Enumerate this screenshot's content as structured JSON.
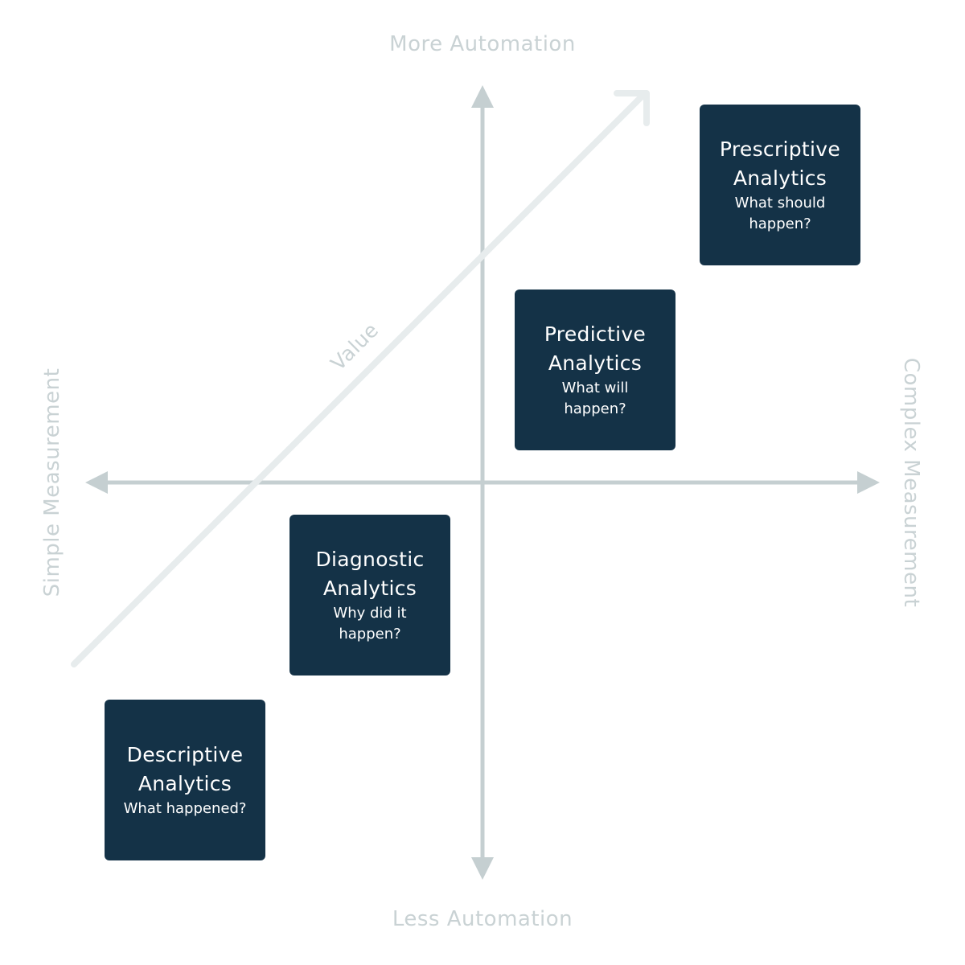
{
  "axes": {
    "top": "More Automation",
    "bottom": "Less Automation",
    "left": "Simple Measurement",
    "right": "Complex Measurement",
    "diagonal": "Value"
  },
  "boxes": {
    "prescriptive": {
      "title_line1": "Prescriptive",
      "title_line2": "Analytics",
      "sub_line1": "What should",
      "sub_line2": "happen?"
    },
    "predictive": {
      "title_line1": "Predictive",
      "title_line2": "Analytics",
      "sub_line1": "What will",
      "sub_line2": "happen?"
    },
    "diagnostic": {
      "title_line1": "Diagnostic",
      "title_line2": "Analytics",
      "sub_line1": "Why did it",
      "sub_line2": "happen?"
    },
    "descriptive": {
      "title_line1": "Descriptive",
      "title_line2": "Analytics",
      "sub_line1": "What happened?"
    }
  },
  "colors": {
    "box_fill": "#143247",
    "axis": "#c5cfd1",
    "diagonal": "#e7eced",
    "label": "#c9d2d4"
  }
}
